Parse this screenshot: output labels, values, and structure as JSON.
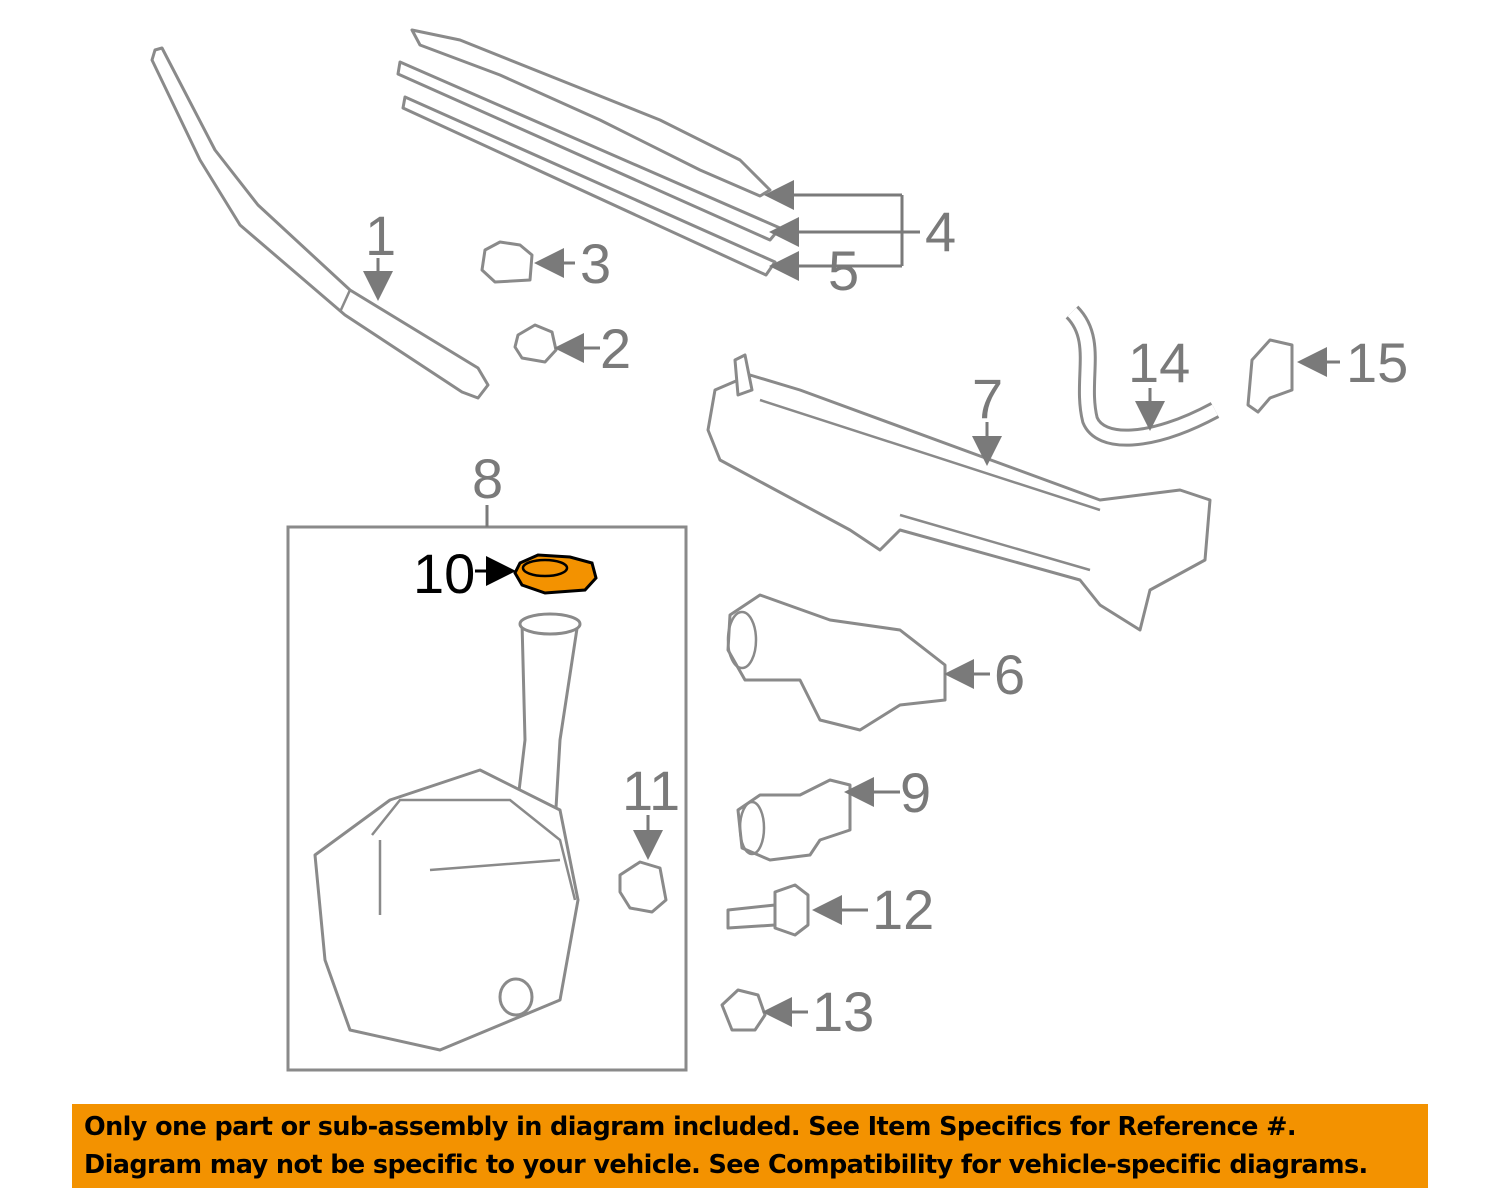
{
  "colors": {
    "highlight": "#F39200",
    "line": "#8a8a8a",
    "label": "#7a7a7a"
  },
  "callouts": {
    "c1": "1",
    "c2": "2",
    "c3": "3",
    "c4": "4",
    "c5": "5",
    "c6": "6",
    "c7": "7",
    "c8": "8",
    "c9": "9",
    "c10": "10",
    "c11": "11",
    "c12": "12",
    "c13": "13",
    "c14": "14",
    "c15": "15"
  },
  "highlighted_part": "10",
  "banner": {
    "line1": "Only one part or sub-assembly in diagram included. See Item Specifics for Reference #.",
    "line2": "Diagram may not be specific to your vehicle. See Compatibility for vehicle-specific diagrams."
  }
}
